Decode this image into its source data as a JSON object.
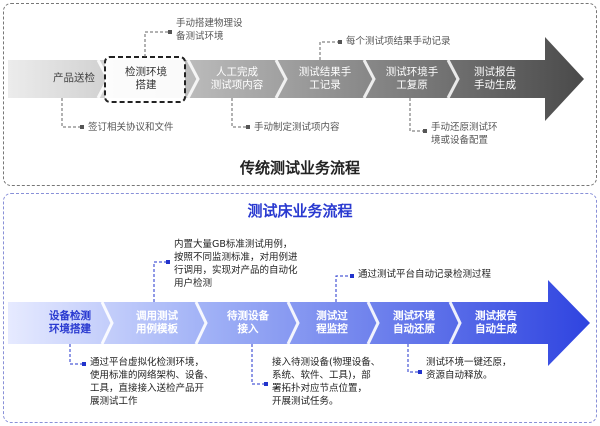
{
  "traditional": {
    "title": "传统测试业务流程",
    "steps": [
      "产品送检",
      "检测环境\n搭建",
      "人工完成\n测试项内容",
      "测试结果手\n工记录",
      "测试环境手\n工复原",
      "测试报告\n手动生成"
    ],
    "notes": [
      "手动搭建物理设\n备测试环境",
      "每个测试项结果手动记录",
      "签订相关协议和文件",
      "手动制定测试项内容",
      "手动还原测试环\n境或设备配置"
    ],
    "colors": {
      "arrow_light": "#e6e6e6",
      "arrow_dark": "#555555",
      "connector": "#555555"
    }
  },
  "testbed": {
    "title": "测试床业务流程",
    "steps": [
      "设备检测\n环境搭建",
      "调用测试\n用例模板",
      "待测设备\n接入",
      "测试过\n程监控",
      "测试环境\n自动还原",
      "测试报告\n自动生成"
    ],
    "notes": [
      "内置大量GB标准测试用例，\n按照不同监测标准，对用例进\n行调用，实现对产品的自动化\n用户检测",
      "通过测试平台自动记录检测过程",
      "通过平台虚拟化检测环境，\n使用标准的网络架构、设备、\n工具，直接接入送检产品开\n展测试工作",
      "接入待测设备(物理设备、\n系统、软件、工具)，部\n署拓扑对应节点位置，\n开展测试任务。",
      "测试环境一键还原，\n资源自动释放。"
    ],
    "colors": {
      "arrow_light": "#e4e8ff",
      "arrow_dark": "#3348e0",
      "connector": "#2233cc"
    }
  }
}
